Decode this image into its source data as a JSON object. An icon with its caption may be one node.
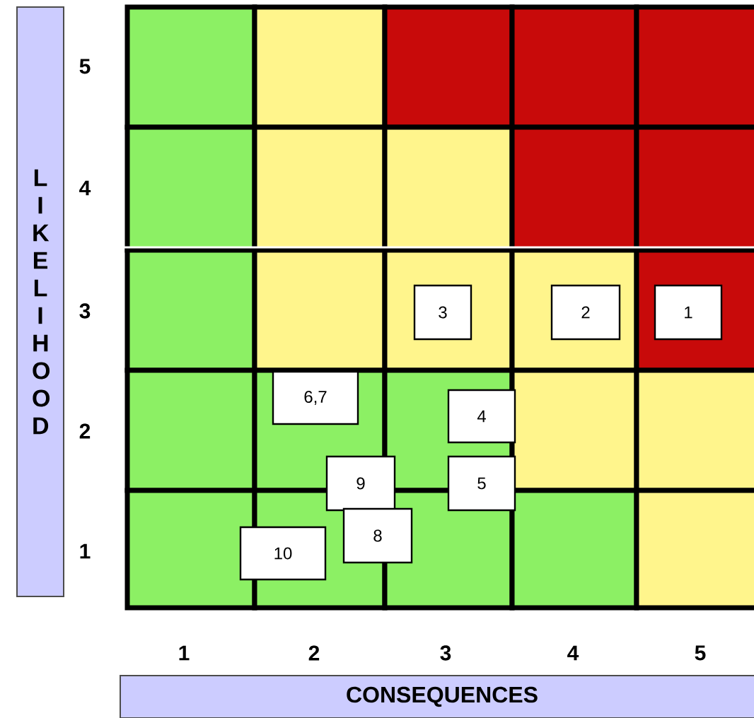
{
  "diagram": {
    "nodes": [
      {
        "text": [
          "LIKELIHOOD"
        ]
      },
      {
        "text": [
          "CONSEQUENCES"
        ]
      },
      {
        "text": [
          "3"
        ]
      },
      {
        "text": [
          "2"
        ]
      },
      {
        "text": [
          "1"
        ]
      },
      {
        "text": [
          "6,7"
        ]
      },
      {
        "text": [
          "4"
        ]
      },
      {
        "text": [
          "9"
        ]
      },
      {
        "text": [
          "5"
        ]
      },
      {
        "text": [
          "8"
        ]
      },
      {
        "text": [
          "10"
        ]
      }
    ],
    "labels": [
      "5",
      "4",
      "3",
      "2",
      "1",
      "1",
      "2",
      "3",
      "4",
      "5"
    ]
  }
}
